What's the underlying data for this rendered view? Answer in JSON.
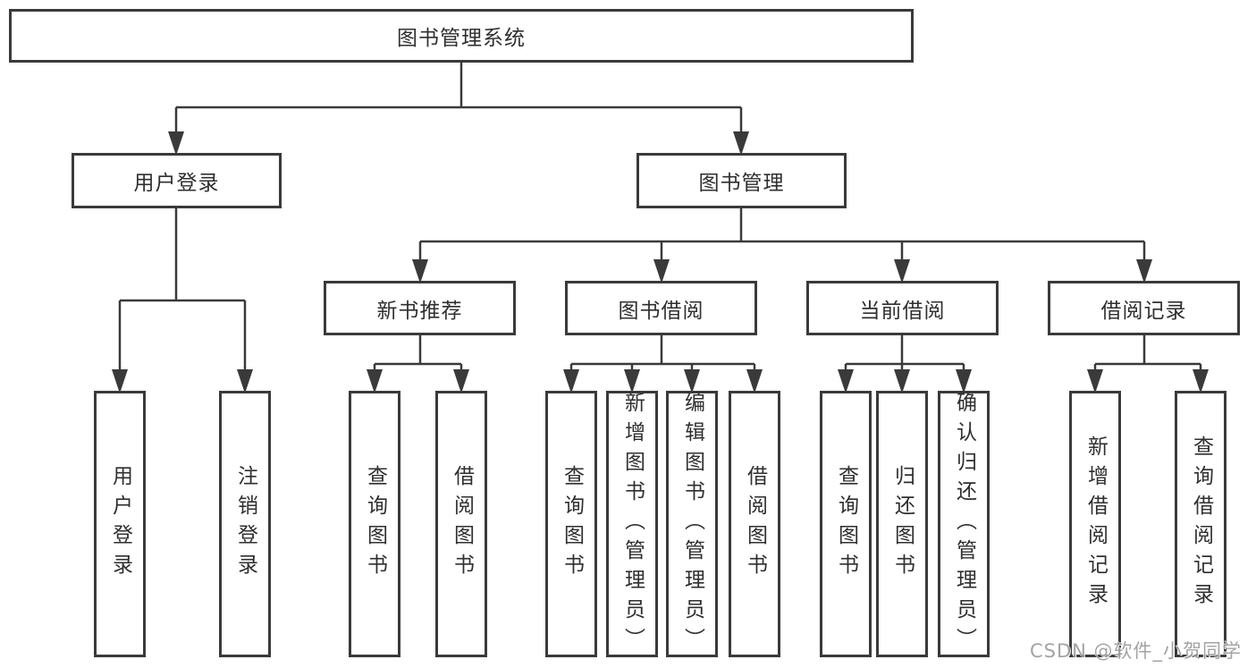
{
  "colors": {
    "background": "#ffffff",
    "line": "#3a3a3a",
    "text": "#2f2f2f",
    "watermark": "#9a9a9a"
  },
  "diagram": {
    "title": "图书管理系统",
    "branches": [
      {
        "label": "用户登录",
        "children": [
          "用户登录",
          "注销登录"
        ]
      },
      {
        "label": "图书管理",
        "children": [
          {
            "label": "新书推荐",
            "children": [
              "查询图书",
              "借阅图书"
            ]
          },
          {
            "label": "图书借阅",
            "children": [
              "查询图书",
              "新增图书（管理员）",
              "编辑图书（管理员）",
              "借阅图书"
            ]
          },
          {
            "label": "当前借阅",
            "children": [
              "查询图书",
              "归还图书",
              "确认归还（管理员）"
            ]
          },
          {
            "label": "借阅记录",
            "children": [
              "新增借阅记录",
              "查询借阅记录"
            ]
          }
        ]
      }
    ]
  },
  "watermark": {
    "text": "CSDN @软件_小贺同学"
  }
}
